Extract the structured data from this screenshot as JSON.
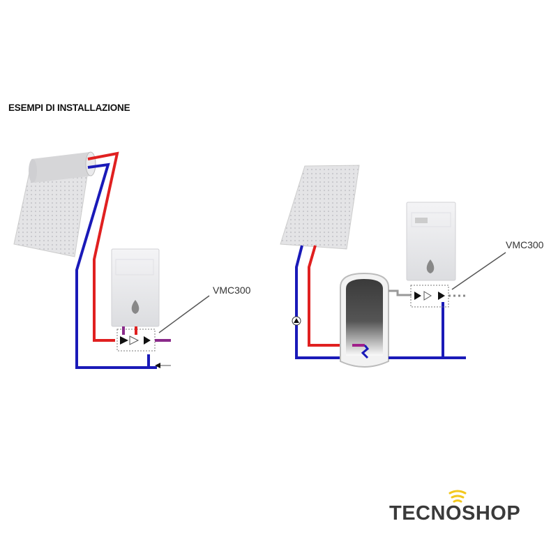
{
  "heading": "ESEMPI DI INSTALLAZIONE",
  "diagrams": [
    {
      "label": "VMC300"
    },
    {
      "label": "VMC300"
    }
  ],
  "logo": {
    "text": "TECNOSHOP",
    "accent": "#f2c81e"
  },
  "colors": {
    "hot": "#e02020",
    "cold": "#1a1ab8",
    "gray": "#999999"
  }
}
